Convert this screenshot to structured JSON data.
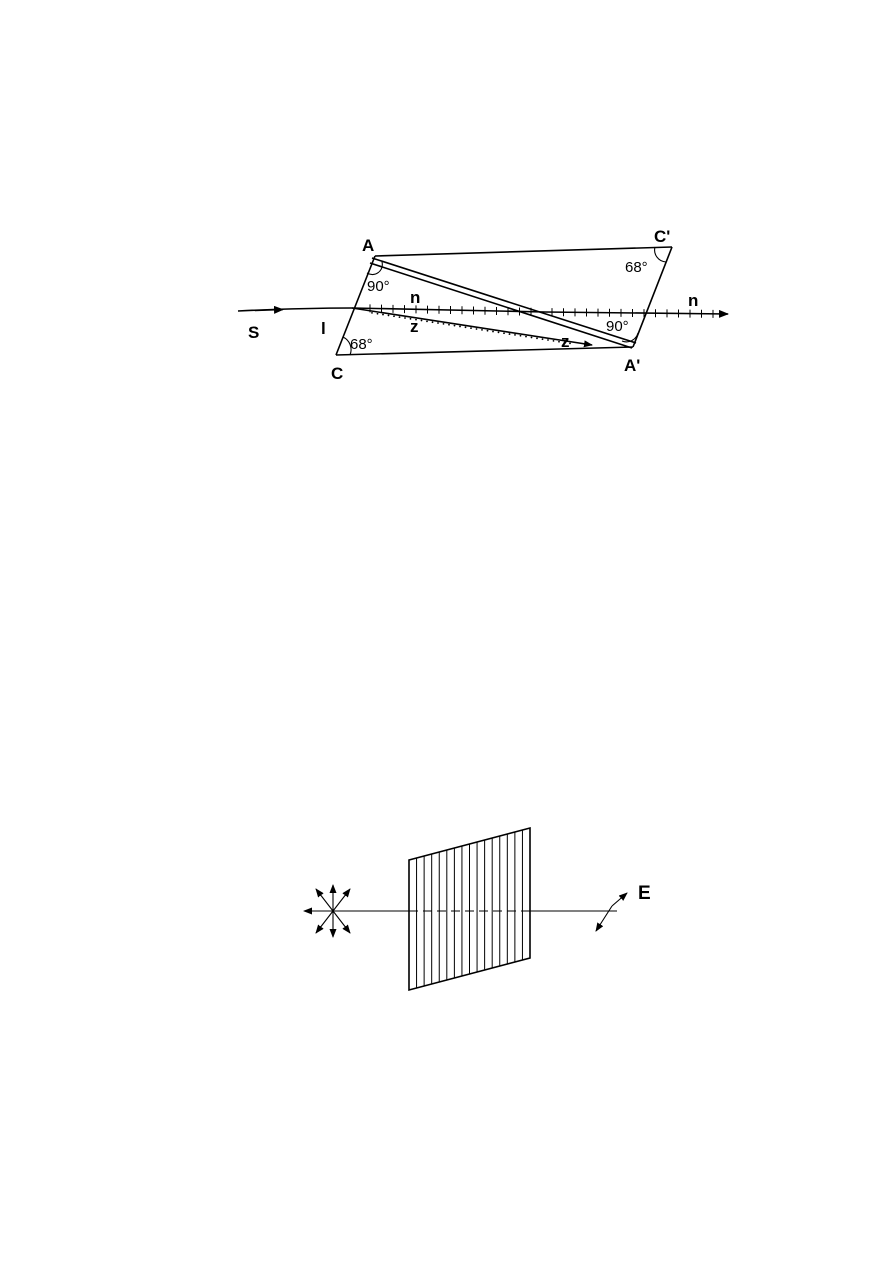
{
  "prism": {
    "vertices": {
      "A": "A",
      "C_prime": "C'",
      "C": "C",
      "A_prime": "A'"
    },
    "angles": {
      "angle_A": "90°",
      "angle_C_prime": "68°",
      "angle_C": "68°",
      "angle_A_prime": "90°"
    },
    "rays": {
      "incident_label": "S",
      "entry_label": "l",
      "ordinary_inside": "n",
      "extraordinary_inside": "z",
      "extraordinary_exit": "z",
      "ordinary_exit": "n"
    }
  },
  "polarizer": {
    "output_label": "E",
    "grating_line_count": 15
  }
}
